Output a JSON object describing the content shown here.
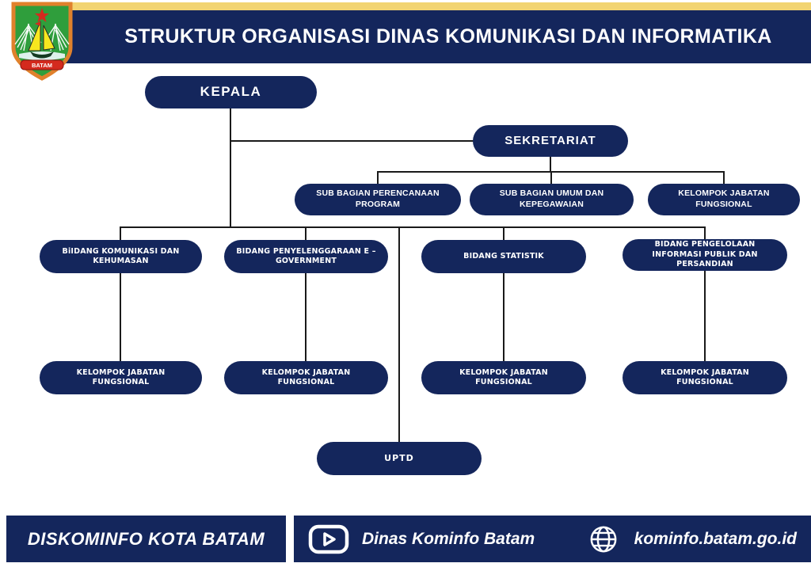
{
  "header": {
    "title": "STRUKTUR ORGANISASI DINAS KOMUNIKASI DAN INFORMATIKA",
    "logo_banner": "BATAM"
  },
  "chart": {
    "kepala": "KEPALA",
    "sekretariat": "SEKRETARIAT",
    "sub_bagian": [
      "SUB BAGIAN PERENCANAAN PROGRAM",
      "SUB BAGIAN UMUM DAN KEPEGAWAIAN",
      "KELOMPOK JABATAN FUNGSIONAL"
    ],
    "bidang": [
      "BiIDANG KOMUNIKASI DAN KEHUMASAN",
      "BIDANG PENYELENGGARAAN E – GOVERNMENT",
      "BIDANG STATISTIK",
      "BIDANG PENGELOLAAN INFORMASI PUBLIK DAN PERSANDIAN"
    ],
    "kelompok": [
      "KELOMPOK JABATAN FUNGSIONAL",
      "KELOMPOK JABATAN FUNGSIONAL",
      "KELOMPOK JABATAN FUNGSIONAL",
      "KELOMPOK JABATAN FUNGSIONAL"
    ],
    "uptd": "UPTD"
  },
  "footer": {
    "agency": "DISKOMINFO KOTA BATAM",
    "youtube_label": "Dinas Kominfo Batam",
    "website": "kominfo.batam.go.id"
  },
  "colors": {
    "navy": "#14265c",
    "gold_strip": "#f2d471",
    "connector": "#1a1a1a",
    "text": "#ffffff",
    "emblem_green": "#2f9e3c",
    "emblem_border": "#e0812c",
    "emblem_red": "#d42a1e",
    "emblem_sail_yellow": "#f7e71f"
  }
}
